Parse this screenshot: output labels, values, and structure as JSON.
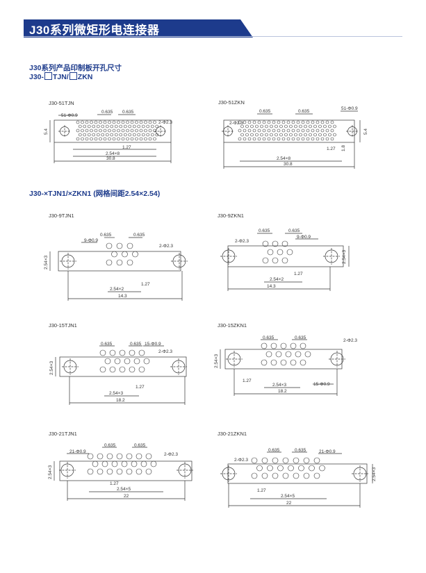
{
  "header": {
    "title": "J30系列微矩形电连接器"
  },
  "section1": {
    "title": "J30系列产品印制板开孔尺寸",
    "subtitle_prefix": "J30-",
    "subtitle_mid": "TJN/",
    "subtitle_end": "ZKN"
  },
  "section2": {
    "title": "J30-×TJN1/×ZKN1 (网格间距2.54×2.54)"
  },
  "drawings": [
    {
      "id": "51tjn",
      "label": "J30-51TJN",
      "dims": {
        "holes": "51-Φ0.9",
        "mount": "2-Φ2.3",
        "p1": "0.635",
        "p2": "0.635",
        "pitch": "2.54×8",
        "half": "1.27",
        "total": "30.8",
        "v": "5.4"
      }
    },
    {
      "id": "51zkn",
      "label": "J30-51ZKN",
      "dims": {
        "holes": "51-Φ0.9",
        "mount": "2-Φ2.3",
        "p1": "0.635",
        "p2": "0.635",
        "pitch": "2.54×8",
        "half": "1.27",
        "total": "30.8",
        "v1": "5.4",
        "v2": "1.8"
      }
    },
    {
      "id": "9tjn1",
      "label": "J30-9TJN1",
      "dims": {
        "holes": "9-Φ0.9",
        "mount": "2-Φ2.3",
        "p1": "0.635",
        "p2": "0.635",
        "pitch": "2.54×2",
        "half": "1.27",
        "total": "14.3",
        "v": "2.54×3"
      }
    },
    {
      "id": "9zkn1",
      "label": "J30-9ZKN1",
      "dims": {
        "holes": "9-Φ0.9",
        "mount": "2-Φ2.3",
        "p1": "0.635",
        "p2": "0.635",
        "pitch": "2.54×2",
        "half": "1.27",
        "total": "14.3",
        "v": "2.54×3"
      }
    },
    {
      "id": "15tjn1",
      "label": "J30-15TJN1",
      "dims": {
        "holes": "15-Φ0.9",
        "mount": "2-Φ2.3",
        "p1": "0.635",
        "p2": "0.635",
        "pitch": "2.54×3",
        "half": "1.27",
        "total": "18.2",
        "v": "2.54×3"
      }
    },
    {
      "id": "15zkn1",
      "label": "J30-15ZKN1",
      "dims": {
        "holes": "15-Φ0.9",
        "mount": "2-Φ2.3",
        "p1": "0.635",
        "p2": "0.635",
        "pitch": "2.54×3",
        "half": "1.27",
        "total": "18.2",
        "v": "2.54×3"
      }
    },
    {
      "id": "21tjn1",
      "label": "J30-21TJN1",
      "dims": {
        "holes": "21-Φ0.9",
        "mount": "2-Φ2.3",
        "p1": "0.635",
        "p2": "0.635",
        "pitch": "2.54×5",
        "half": "1.27",
        "total": "22",
        "v": "2.54×3"
      }
    },
    {
      "id": "21zkn1",
      "label": "J30-21ZKN1",
      "dims": {
        "holes": "21-Φ0.9",
        "mount": "2-Φ2.3",
        "p1": "0.635",
        "p2": "0.635",
        "pitch": "2.54×5",
        "half": "1.27",
        "total": "22",
        "v": "2.54×3"
      }
    }
  ],
  "colors": {
    "brand": "#1d3b8c",
    "line": "#333333"
  }
}
